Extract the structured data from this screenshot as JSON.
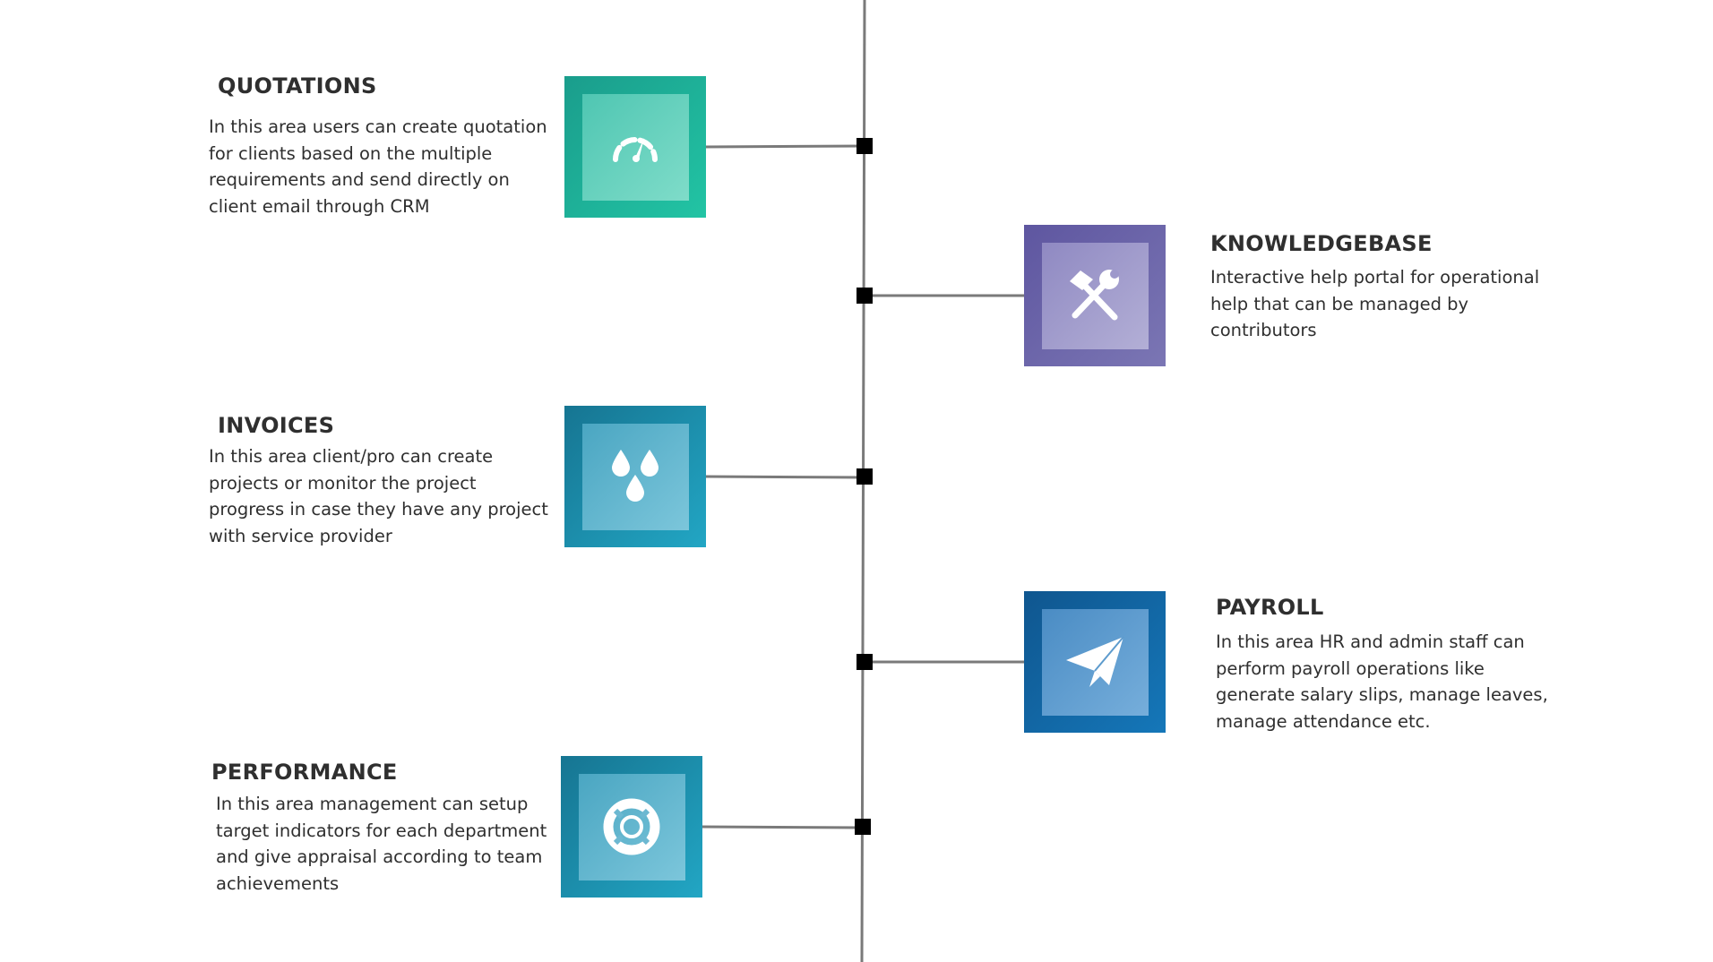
{
  "items": [
    {
      "id": "quotations",
      "title": "QUOTATIONS",
      "description": "In this area users can create quotation for clients based on the multiple requirements and send directly on client email through CRM",
      "icon": "speedometer-icon",
      "colors": {
        "outer": "#1fbf9e",
        "inner": "#6dd6c3"
      }
    },
    {
      "id": "knowledgebase",
      "title": "KNOWLEDGEBASE",
      "description": "Interactive help portal for operational help that can be managed by contributors",
      "icon": "tools-icon",
      "colors": {
        "outer": "#6d66a8",
        "inner": "#a7a3cf"
      }
    },
    {
      "id": "invoices",
      "title": "INVOICES",
      "description": "In this area client/pro can create projects or monitor the project progress in case they have any project with service provider",
      "icon": "drops-icon",
      "colors": {
        "outer": "#1a8fae",
        "inner": "#6cc0d6"
      }
    },
    {
      "id": "payroll",
      "title": "PAYROLL",
      "description": "In this area HR and admin staff can perform payroll operations like generate salary slips, manage leaves, manage attendance etc.",
      "icon": "paper-plane-icon",
      "colors": {
        "outer": "#1266a8",
        "inner": "#5f9ccf"
      }
    },
    {
      "id": "performance",
      "title": "PERFORMANCE",
      "description": "In this area management can setup target indicators for each department and give appraisal according to team achievements",
      "icon": "lifebuoy-icon",
      "colors": {
        "outer": "#1a8fae",
        "inner": "#6cc0d6"
      }
    }
  ]
}
